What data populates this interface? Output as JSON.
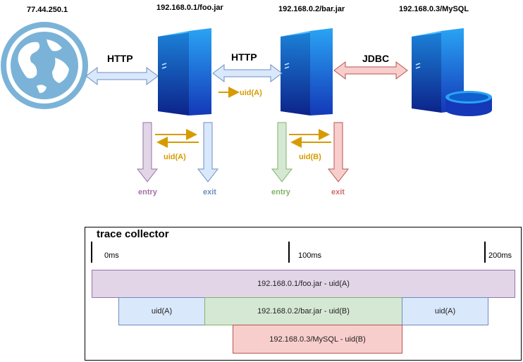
{
  "nodes": {
    "client": {
      "label": "77.44.250.1"
    },
    "foo": {
      "label": "192.168.0.1/foo.jar"
    },
    "bar": {
      "label": "192.168.0.2/bar.jar"
    },
    "mysql": {
      "label": "192.168.0.3/MySQL"
    }
  },
  "links": {
    "client_foo": "HTTP",
    "foo_bar": "HTTP",
    "bar_mysql": "JDBC",
    "foo_bar_uid": "uid(A)"
  },
  "probes": {
    "foo": {
      "uid": "uid(A)",
      "entry": "entry",
      "exit": "exit"
    },
    "bar": {
      "uid": "uid(B)",
      "entry": "entry",
      "exit": "exit"
    }
  },
  "collector": {
    "title": "trace collector",
    "ticks": [
      "0ms",
      "100ms",
      "200ms"
    ],
    "spans": [
      {
        "label": "192.168.0.1/foo.jar - uid(A)",
        "color": "#e1d5e7"
      },
      {
        "label": "uid(A)",
        "color": "#dae8fc"
      },
      {
        "label": "192.168.0.2/bar.jar - uid(B)",
        "color": "#d5e8d4"
      },
      {
        "label": "uid(A)",
        "color": "#dae8fc"
      },
      {
        "label": "192.168.0.3/MySQL - uid(B)",
        "color": "#f8cecc"
      }
    ]
  },
  "colors": {
    "purple": "#e1d5e7",
    "blue": "#dae8fc",
    "green": "#d5e8d4",
    "red": "#f8cecc",
    "orange": "#d79b00"
  }
}
